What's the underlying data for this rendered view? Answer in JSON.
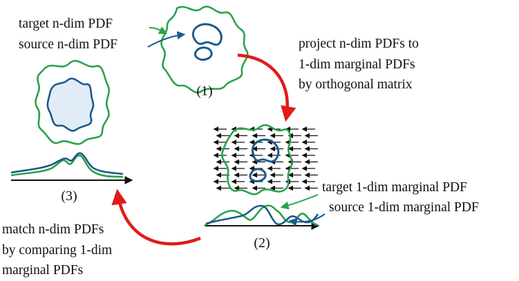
{
  "colors": {
    "target": "#2aa24a",
    "source": "#1a5a8c",
    "process_arrow": "#e01b1b",
    "axis": "#111111",
    "halo": "#c8dcef"
  },
  "labels": {
    "target_ndim": "target n-dim PDF",
    "source_ndim": "source n-dim PDF",
    "step1": "(1)",
    "project": [
      "project n-dim PDFs to",
      "1-dim marginal PDFs",
      "by orthogonal matrix"
    ],
    "step2": "(2)",
    "target_1dim": "target 1-dim marginal PDF",
    "source_1dim": "source 1-dim marginal PDF",
    "step3": "(3)",
    "match": [
      "match n-dim PDFs",
      "by comparing 1-dim",
      "marginal PDFs"
    ]
  }
}
